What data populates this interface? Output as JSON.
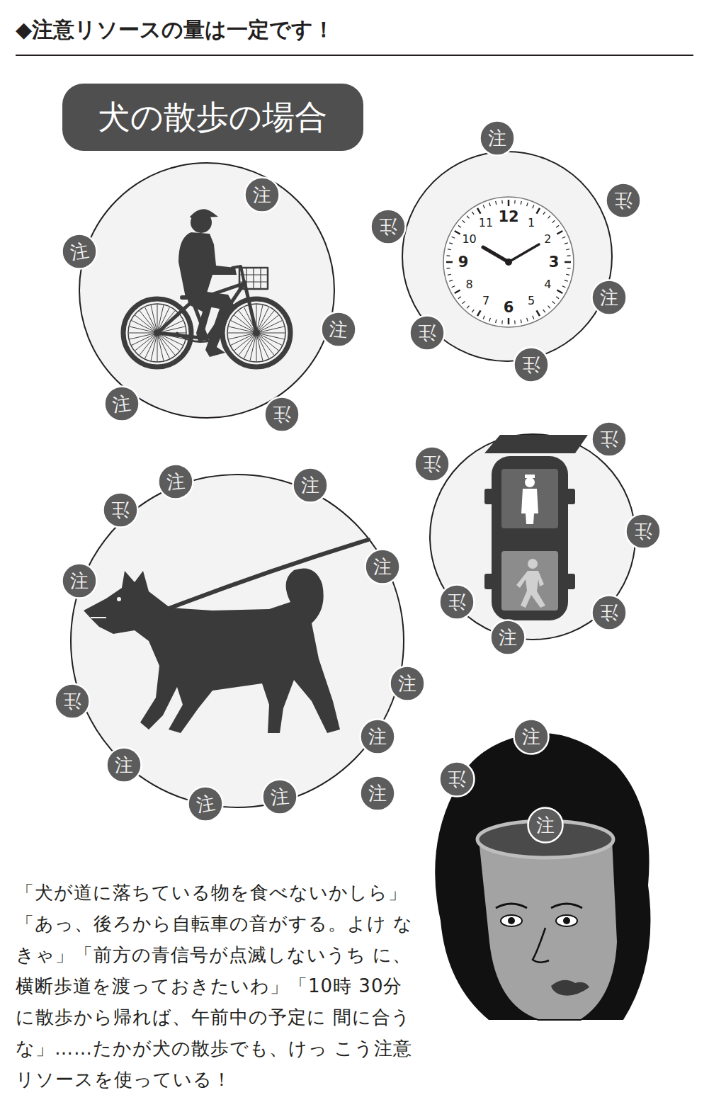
{
  "diagram": {
    "title": "◆注意リソースの量は一定です！",
    "caption": "「犬が道に落ちている物を食べないかしら」 「あっ、後ろから自転車の音がする。よけ なきゃ」「前方の青信号が点滅しないうち に、横断歩道を渡っておきたいわ」「10時 30分に散歩から帰れば、午前中の予定に 間に合うな」……たかが犬の散歩でも、けっ こう注意リソースを使っている！",
    "nodes": [
      {
        "text": [
          "犬の散歩の場合"
        ]
      },
      {
        "text": [
          "注"
        ]
      },
      {
        "text": [
          "注"
        ]
      },
      {
        "text": [
          "注"
        ]
      },
      {
        "text": [
          "注"
        ]
      },
      {
        "text": [
          "注"
        ]
      },
      {
        "text": [
          "注"
        ]
      },
      {
        "text": [
          "注"
        ]
      },
      {
        "text": [
          "注"
        ]
      },
      {
        "text": [
          "注"
        ]
      },
      {
        "text": [
          "注"
        ]
      },
      {
        "text": [
          "注"
        ]
      },
      {
        "text": [
          "注"
        ]
      },
      {
        "text": [
          "注"
        ]
      },
      {
        "text": [
          "注"
        ]
      },
      {
        "text": [
          "注"
        ]
      },
      {
        "text": [
          "注"
        ]
      },
      {
        "text": [
          "注"
        ]
      },
      {
        "text": [
          "注"
        ]
      },
      {
        "text": [
          "注"
        ]
      },
      {
        "text": [
          "注"
        ]
      },
      {
        "text": [
          "注"
        ]
      },
      {
        "text": [
          "注"
        ]
      },
      {
        "text": [
          "注"
        ]
      },
      {
        "text": [
          "注"
        ]
      },
      {
        "text": [
          "注"
        ]
      },
      {
        "text": [
          "注"
        ]
      },
      {
        "text": [
          "注"
        ]
      },
      {
        "text": [
          "注"
        ]
      },
      {
        "text": [
          "注"
        ]
      },
      {
        "text": [
          "注"
        ]
      },
      {
        "text": [
          "注"
        ]
      },
      {
        "text": [
          "注"
        ]
      }
    ],
    "labels": [
      "12",
      "1",
      "2",
      "3",
      "4",
      "5",
      "6",
      "7",
      "8",
      "9",
      "10",
      "11"
    ]
  }
}
